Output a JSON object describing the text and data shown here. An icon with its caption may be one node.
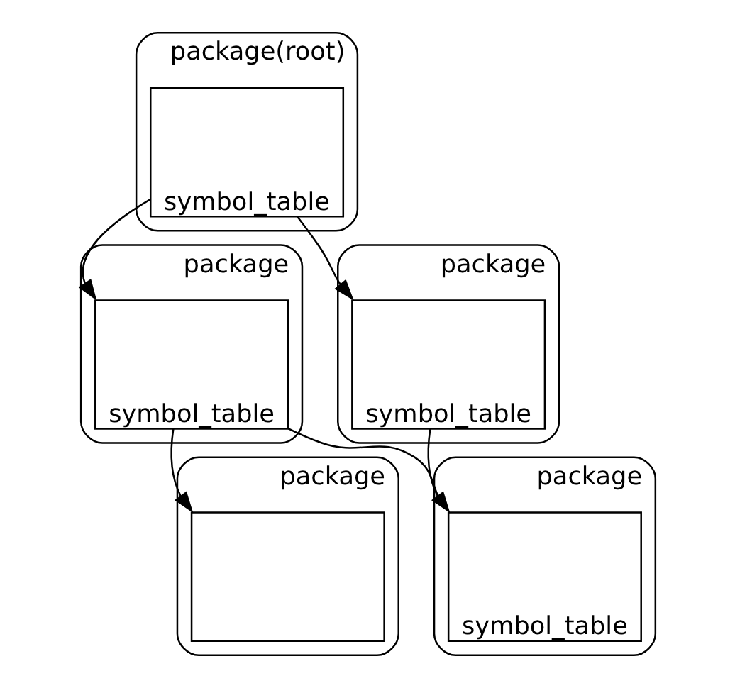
{
  "diagram": {
    "nodes": [
      {
        "text": [
          "package(root)"
        ]
      },
      {
        "text": [
          "symbol_table"
        ],
        "in": 0
      },
      {
        "text": [
          "package"
        ]
      },
      {
        "text": [
          "symbol_table"
        ],
        "in": 2
      },
      {
        "text": [
          "package"
        ]
      },
      {
        "text": [
          "symbol_table"
        ],
        "in": 4
      },
      {
        "text": [
          "package"
        ]
      },
      {
        "text": [],
        "shape": "box",
        "in": 6
      },
      {
        "text": [
          "package"
        ]
      },
      {
        "text": [
          "symbol_table"
        ],
        "in": 8
      }
    ],
    "edges": [
      {
        "from": 1,
        "to": 3,
        "arrow": "to"
      },
      {
        "from": 1,
        "to": 5,
        "arrow": "to"
      },
      {
        "from": 3,
        "to": 7,
        "arrow": "to"
      },
      {
        "from": 3,
        "to": 9,
        "arrow": "none"
      },
      {
        "from": 5,
        "to": 9,
        "arrow": "to"
      }
    ]
  }
}
